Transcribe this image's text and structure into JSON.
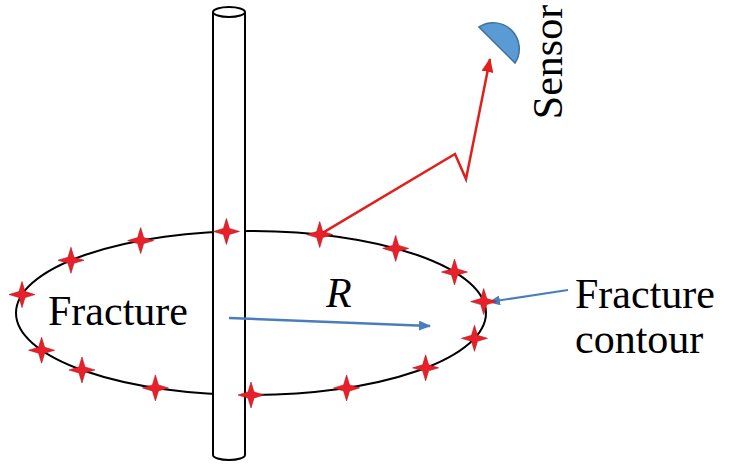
{
  "diagram": {
    "nodes": [
      {
        "text": [
          "Fracture",
          "R"
        ]
      },
      {
        "text": [
          "Sensor"
        ]
      }
    ],
    "edges": [
      {
        "from": 0,
        "to": 1,
        "arrow": "to"
      }
    ],
    "labels": [
      "Fracture contour"
    ]
  }
}
